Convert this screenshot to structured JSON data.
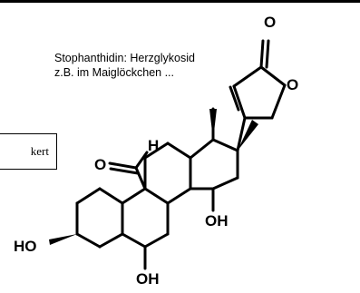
{
  "caption": {
    "line1": "Stophanthidin: Herzglykosid",
    "line2": "z.B. im Maiglöckchen ..."
  },
  "side_box": {
    "text": "kert"
  },
  "atoms": {
    "carbonyl_o_lactone": "O",
    "ring_o_lactone": "O",
    "aldehyde_o": "O",
    "aldehyde_h": "H",
    "oh_c14": "OH",
    "oh_c3": "HO",
    "oh_c5": "OH"
  },
  "colors": {
    "ink": "#000000",
    "background": "#ffffff"
  }
}
